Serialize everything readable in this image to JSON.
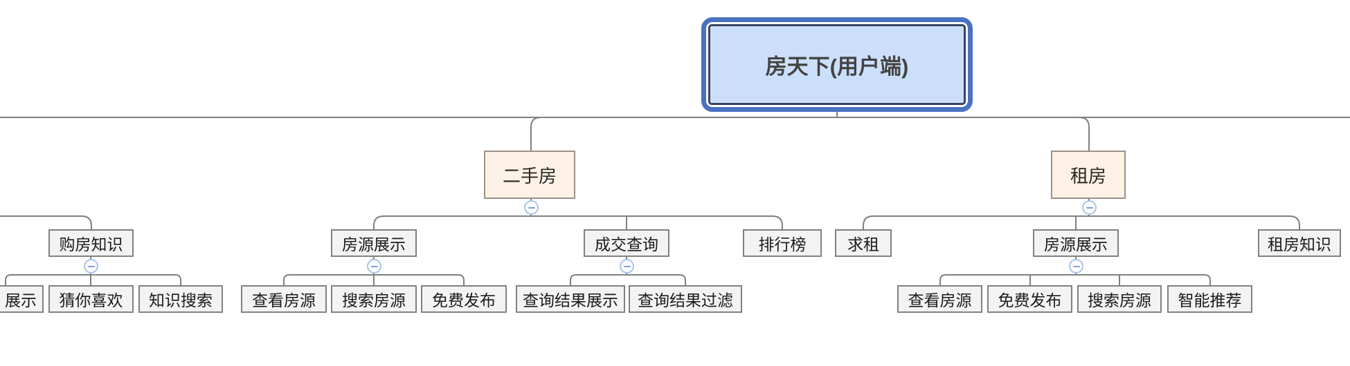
{
  "map": {
    "title": "房天下(用户端)",
    "colors": {
      "root_fill": "#ccdffa",
      "root_border": "#36435f",
      "root_selection_ring": "#4a72c3",
      "branch_fill": "#fdf2e5",
      "branch_border": "#9a9088",
      "leaf_fill": "#f3f3f3",
      "leaf_border": "#808080",
      "connector_line": "#7f7f7f",
      "collapse_ring": "#a9c3e9",
      "collapse_minus": "#7e9fd4",
      "text": "#1b1b1b"
    },
    "nodes": {
      "root": {
        "label": "房天下(用户端)"
      },
      "ershoufang": {
        "label": "二手房"
      },
      "zufang": {
        "label": "租房"
      },
      "goufang_zhishi": {
        "label": "购房知识"
      },
      "zhanshi_partial": {
        "label": "展示"
      },
      "cainixihuan": {
        "label": "猜你喜欢"
      },
      "zhishi_sousuo": {
        "label": "知识搜索"
      },
      "fangyuan_zhanshi_left": {
        "label": "房源展示"
      },
      "chakan_fangyuan_left": {
        "label": "查看房源"
      },
      "sousuo_fangyuan_left": {
        "label": "搜索房源"
      },
      "mianfei_fabu_left": {
        "label": "免费发布"
      },
      "chengjiao_chaxun": {
        "label": "成交查询"
      },
      "chaxun_jieguo_zhanshi": {
        "label": "查询结果展示"
      },
      "chaxun_jieguo_guolv": {
        "label": "查询结果过滤"
      },
      "paihangbang": {
        "label": "排行榜"
      },
      "qiuzu": {
        "label": "求租"
      },
      "fangyuan_zhanshi_right": {
        "label": "房源展示"
      },
      "chakan_fangyuan_right": {
        "label": "查看房源"
      },
      "mianfei_fabu_right": {
        "label": "免费发布"
      },
      "sousuo_fangyuan_right": {
        "label": "搜索房源"
      },
      "zhineng_tuijian": {
        "label": "智能推荐"
      },
      "zufang_zhishi": {
        "label": "租房知识"
      }
    }
  }
}
